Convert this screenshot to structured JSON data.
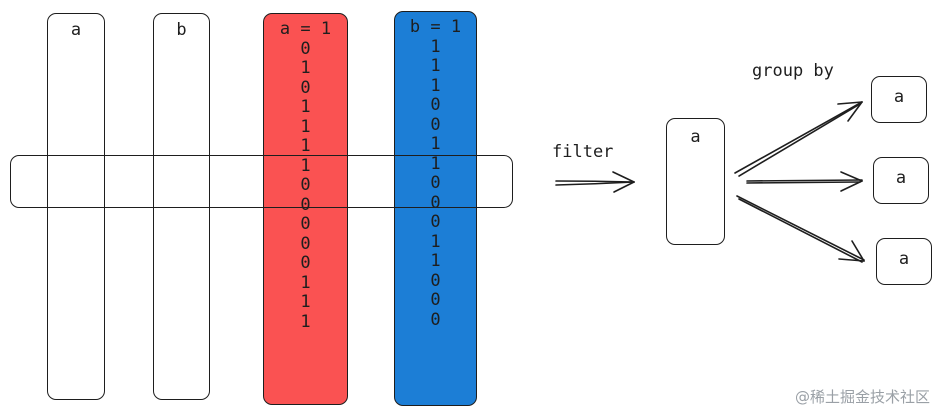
{
  "columns": [
    {
      "label": "a",
      "color": "#ffffff",
      "values": []
    },
    {
      "label": "b",
      "color": "#ffffff",
      "values": []
    },
    {
      "label": "a = 1",
      "color": "#fa5252",
      "values": [
        "0",
        "1",
        "0",
        "1",
        "1",
        "1",
        "1",
        "0",
        "0",
        "0",
        "0",
        "0",
        "1",
        "1",
        "1"
      ]
    },
    {
      "label": "b = 1",
      "color": "#1c7ed6",
      "values": [
        "1",
        "1",
        "1",
        "0",
        "0",
        "1",
        "1",
        "0",
        "0",
        "0",
        "1",
        "1",
        "0",
        "0",
        "0"
      ]
    }
  ],
  "filter": {
    "label": "filter"
  },
  "filtered_box": {
    "label": "a"
  },
  "group_by": {
    "label": "group by"
  },
  "groups": [
    {
      "label": "a"
    },
    {
      "label": "a"
    },
    {
      "label": "a"
    }
  ],
  "watermark": "@稀土掘金技术社区"
}
